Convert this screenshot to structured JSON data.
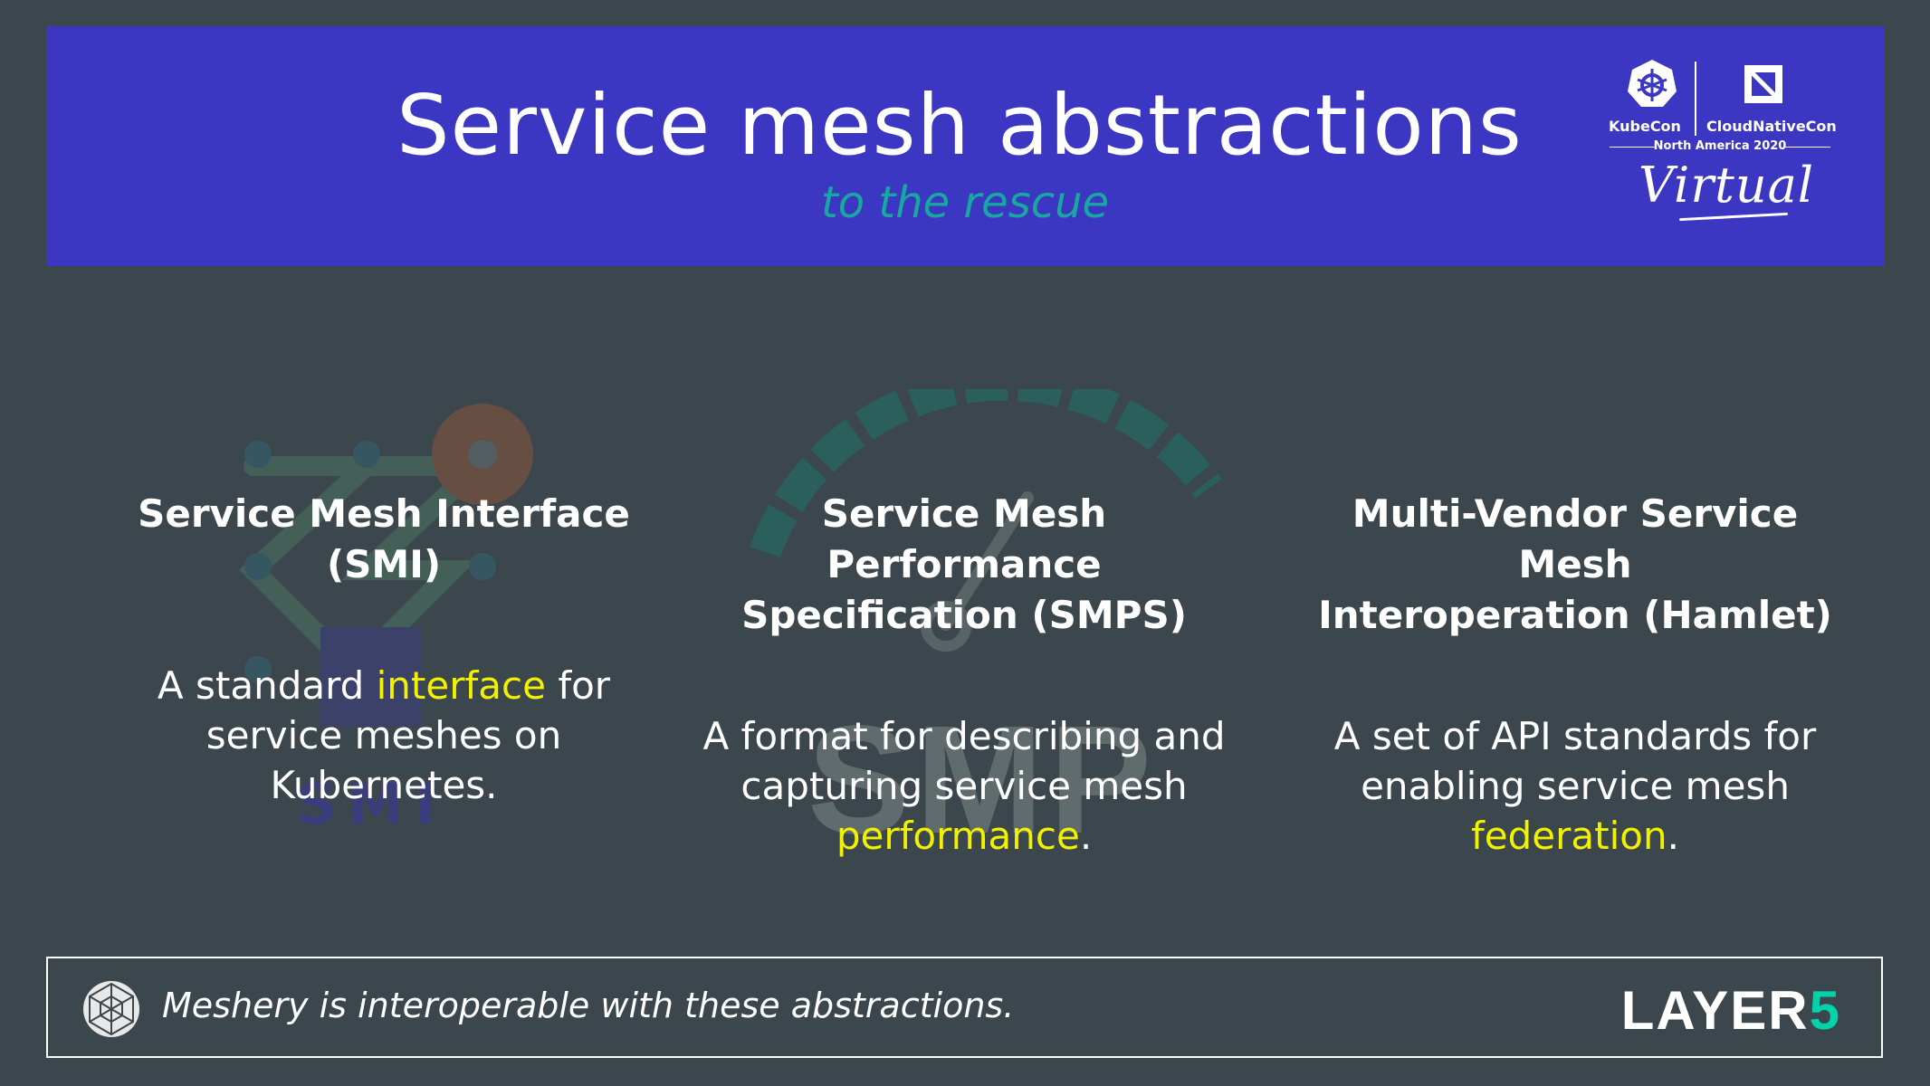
{
  "header": {
    "title": "Service mesh abstractions",
    "subtitle": "to the rescue",
    "event_logo": {
      "kubecon": "KubeCon",
      "cloudnativecon": "CloudNativeCon",
      "region": "North America 2020",
      "mode": "Virtual"
    }
  },
  "columns": [
    {
      "title_line1": "Service Mesh Interface",
      "title_line2": "(SMI)",
      "body_pre": "A standard ",
      "body_highlight": "interface",
      "body_post": " for service meshes on Kubernetes.",
      "bg_mark": "SMI"
    },
    {
      "title_line1": "Service Mesh Performance",
      "title_line2": "Specification (SMPS)",
      "body_pre": "A format for describing and capturing service mesh ",
      "body_highlight": "performance",
      "body_post": ".",
      "bg_mark": "SMP"
    },
    {
      "title_line1": "Multi-Vendor Service Mesh",
      "title_line2": "Interoperation (Hamlet)",
      "body_pre": "A set of API standards for enabling service mesh ",
      "body_highlight": "federation",
      "body_post": "."
    }
  ],
  "footer": {
    "text": "Meshery is interoperable with these abstractions.",
    "brand_text": "LAYER",
    "brand_digit": "5"
  },
  "colors": {
    "background": "#3c474d",
    "header": "#3c37c2",
    "subtitle": "#17a8a0",
    "highlight": "#f2f100",
    "brand_accent": "#00d3a9"
  }
}
